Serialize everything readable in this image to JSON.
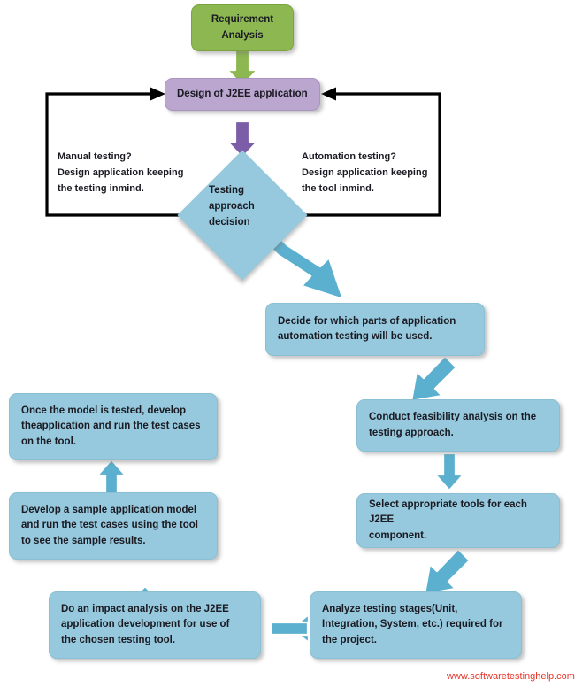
{
  "diagram": {
    "title": "J2EE Automation Testing Approach Flowchart",
    "colors": {
      "green": "#8db750",
      "purple": "#bba6d0",
      "blue": "#96c9dd",
      "arrow_blue": "#5bb0cf",
      "arrow_purple": "#7b5ea7",
      "arrow_black": "#000000",
      "watermark_red": "#e8352b"
    },
    "nodes": {
      "requirement_analysis": "Requirement\nAnalysis",
      "design_j2ee": "Design of J2EE application",
      "decision": "Testing\napproach\ndecision",
      "decide_parts": "Decide for which parts of application\nautomation testing will be used.",
      "conduct_feasibility": "Conduct feasibility analysis on the\ntesting approach.",
      "select_tools": "Select appropriate tools for each J2EE\ncomponent.",
      "analyze_stages": "Analyze testing stages(Unit,\nIntegration, System, etc.) required for\nthe project.",
      "impact_analysis": "Do an impact analysis on the J2EE\napplication development for use of\nthe chosen testing tool.",
      "develop_sample": "Develop a sample application model\nand run the test cases using the tool\nto see the sample results.",
      "once_tested": "Once the model is tested, develop\ntheapplication and run the test cases\non the tool."
    },
    "annotations": {
      "manual_branch": "Manual testing?\nDesign application keeping\nthe testing inmind.",
      "automation_branch": "Automation testing?\nDesign application keeping\nthe tool inmind."
    },
    "watermark": "www.softwaretestinghelp.com"
  }
}
